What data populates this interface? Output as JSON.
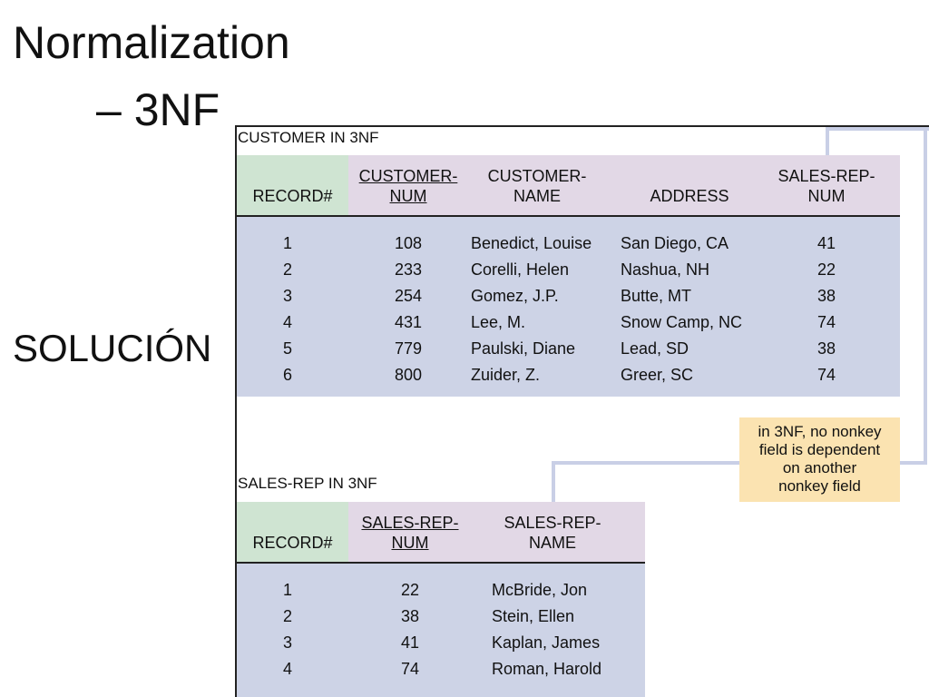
{
  "slide": {
    "title": "Normalization",
    "subtitle": "– 3NF",
    "side_label": "SOLUCIÓN"
  },
  "customer_table": {
    "label": "CUSTOMER IN 3NF",
    "headers": {
      "record": "RECORD#",
      "num_line1": "CUSTOMER-",
      "num_line2": "NUM",
      "name_line1": "CUSTOMER-",
      "name_line2": "NAME",
      "address": "ADDRESS",
      "rep_line1": "SALES-REP-",
      "rep_line2": "NUM"
    },
    "rows": [
      {
        "record": "1",
        "num": "108",
        "name": "Benedict, Louise",
        "address": "San Diego, CA",
        "rep": "41"
      },
      {
        "record": "2",
        "num": "233",
        "name": "Corelli, Helen",
        "address": "Nashua, NH",
        "rep": "22"
      },
      {
        "record": "3",
        "num": "254",
        "name": "Gomez, J.P.",
        "address": "Butte, MT",
        "rep": "38"
      },
      {
        "record": "4",
        "num": "431",
        "name": "Lee, M.",
        "address": "Snow Camp, NC",
        "rep": "74"
      },
      {
        "record": "5",
        "num": "779",
        "name": "Paulski, Diane",
        "address": "Lead, SD",
        "rep": "38"
      },
      {
        "record": "6",
        "num": "800",
        "name": "Zuider, Z.",
        "address": "Greer, SC",
        "rep": "74"
      }
    ]
  },
  "salesrep_table": {
    "label": "SALES-REP IN 3NF",
    "headers": {
      "record": "RECORD#",
      "num_line1": "SALES-REP-",
      "num_line2": "NUM",
      "name_line1": "SALES-REP-",
      "name_line2": "NAME"
    },
    "rows": [
      {
        "record": "1",
        "num": "22",
        "name": "McBride, Jon"
      },
      {
        "record": "2",
        "num": "38",
        "name": "Stein, Ellen"
      },
      {
        "record": "3",
        "num": "41",
        "name": "Kaplan, James"
      },
      {
        "record": "4",
        "num": "74",
        "name": "Roman, Harold"
      }
    ]
  },
  "note": {
    "line1": "in 3NF, no nonkey",
    "line2": "field is dependent",
    "line3": "on another",
    "line4": "nonkey field"
  }
}
